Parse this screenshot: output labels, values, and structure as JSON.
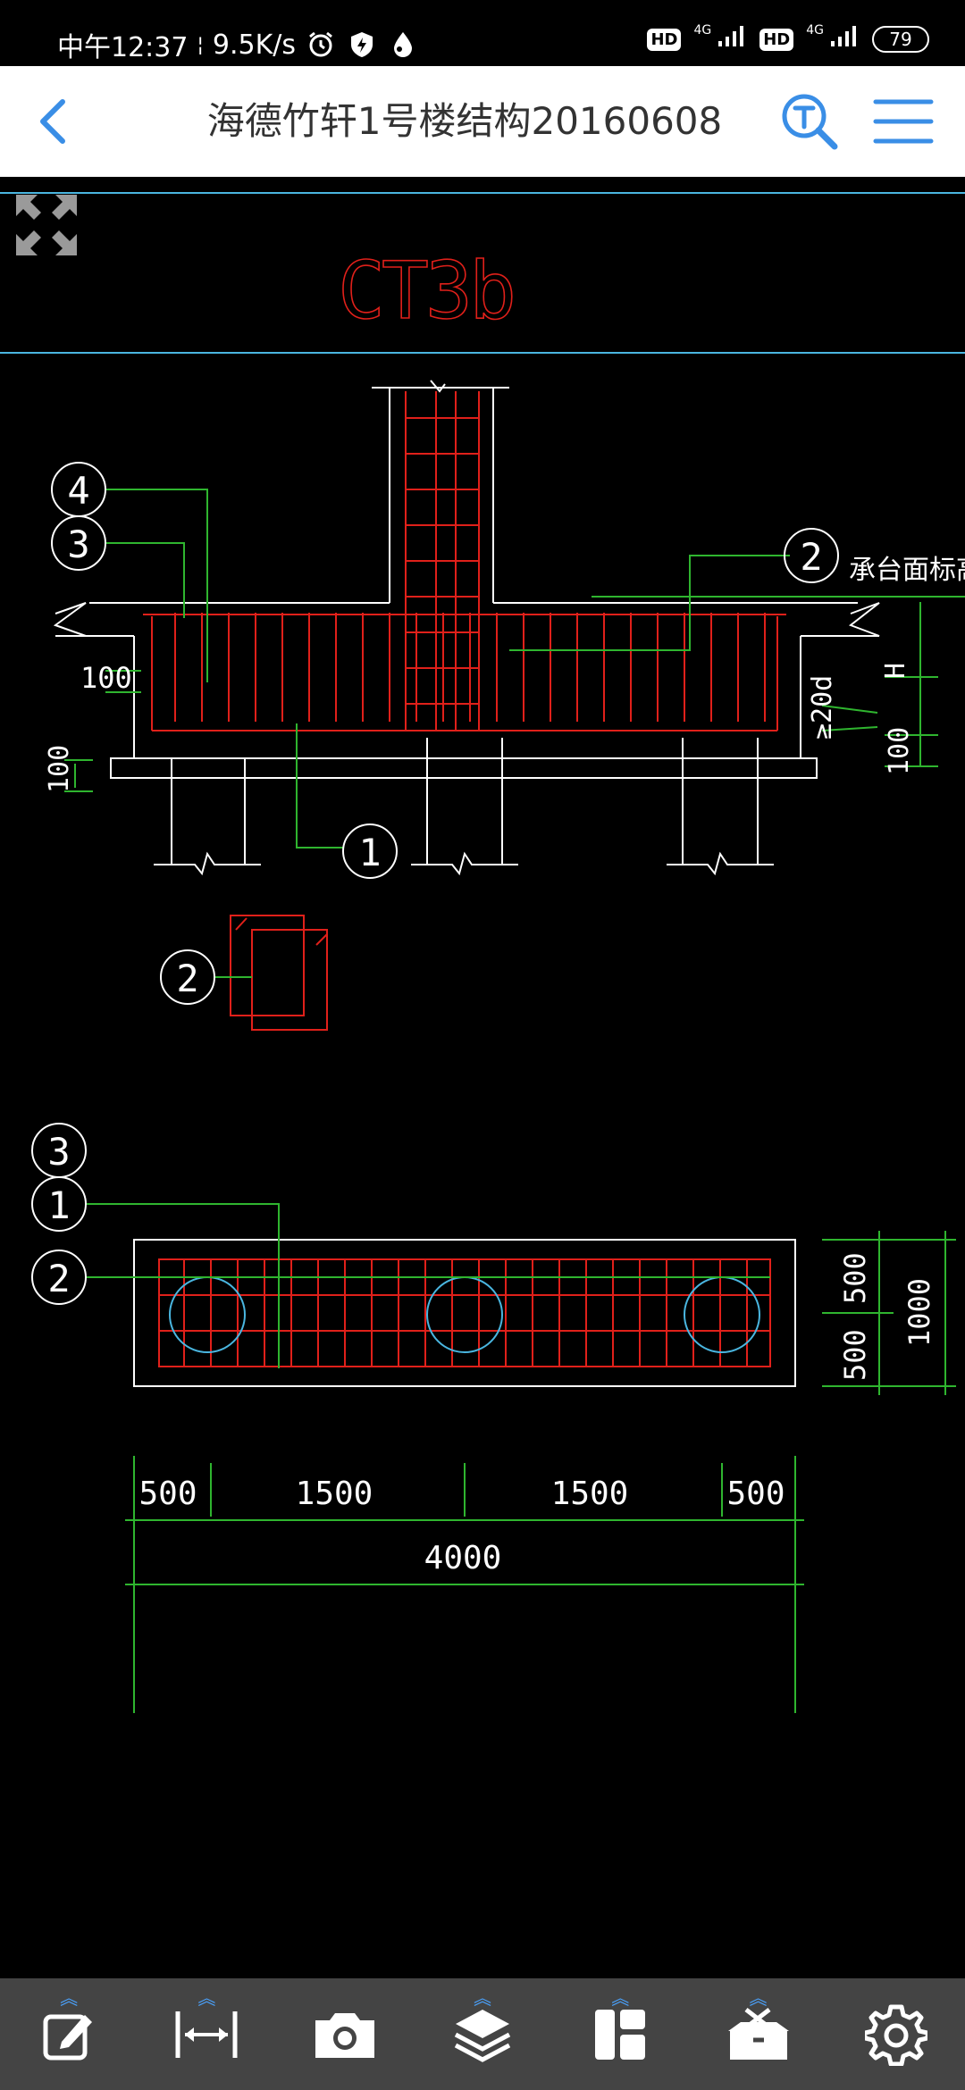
{
  "status_bar": {
    "time": "中午12:37",
    "speed": "9.5K/s",
    "hd1": "HD",
    "net1": "4G",
    "hd2": "HD",
    "net2": "4G",
    "battery": "79"
  },
  "header": {
    "title": "海德竹轩1号楼结构20160608"
  },
  "icons": {
    "back": "back-arrow-icon",
    "search": "text-search-icon",
    "menu": "hamburger-menu-icon",
    "expand": "fullscreen-expand-icon",
    "toolbar": [
      "edit-icon",
      "measure-icon",
      "camera-icon",
      "layers-icon",
      "layout-icon",
      "toolbox-icon",
      "settings-icon"
    ]
  },
  "colors": {
    "accent": "#3a8ee6",
    "cad_red": "#e0201a",
    "cad_green": "#2fb52f",
    "cad_cyan": "#4ab6e0",
    "cad_white": "#ffffff",
    "toolbar_bg": "#444444"
  },
  "drawing": {
    "title": "CT3b",
    "section_labels": {
      "n4": "4",
      "n3": "3",
      "n2": "2",
      "n1": "1",
      "cap_level": "承台面标高",
      "dim_100_left": "100",
      "dim_100_bottom": "100",
      "dim_20d": "≥20d",
      "dim_H": "H",
      "dim_100_right": "100"
    },
    "detail_label": "2",
    "plan_labels": {
      "n3": "3",
      "n1": "1",
      "n2": "2",
      "dim_500a": "500",
      "dim_500b": "500",
      "dim_1000": "1000"
    },
    "plan_dims": {
      "d1": "500",
      "d2": "1500",
      "d3": "1500",
      "d4": "500",
      "total": "4000"
    }
  }
}
